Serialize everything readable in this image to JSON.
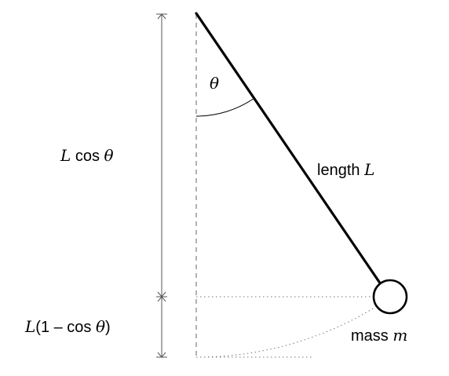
{
  "labels": {
    "theta": "θ",
    "cos_prefix": "L",
    "cos_text": " cos ",
    "cos_theta": "θ",
    "one_prefix": "L",
    "one_text": "(1 – cos ",
    "one_theta": "θ",
    "one_suffix": ")",
    "length_text": "length ",
    "length_var": "L",
    "mass_text": "mass ",
    "mass_var": "m"
  },
  "colors": {
    "line": "#000000",
    "guide": "#888888",
    "dimension": "#555555"
  }
}
